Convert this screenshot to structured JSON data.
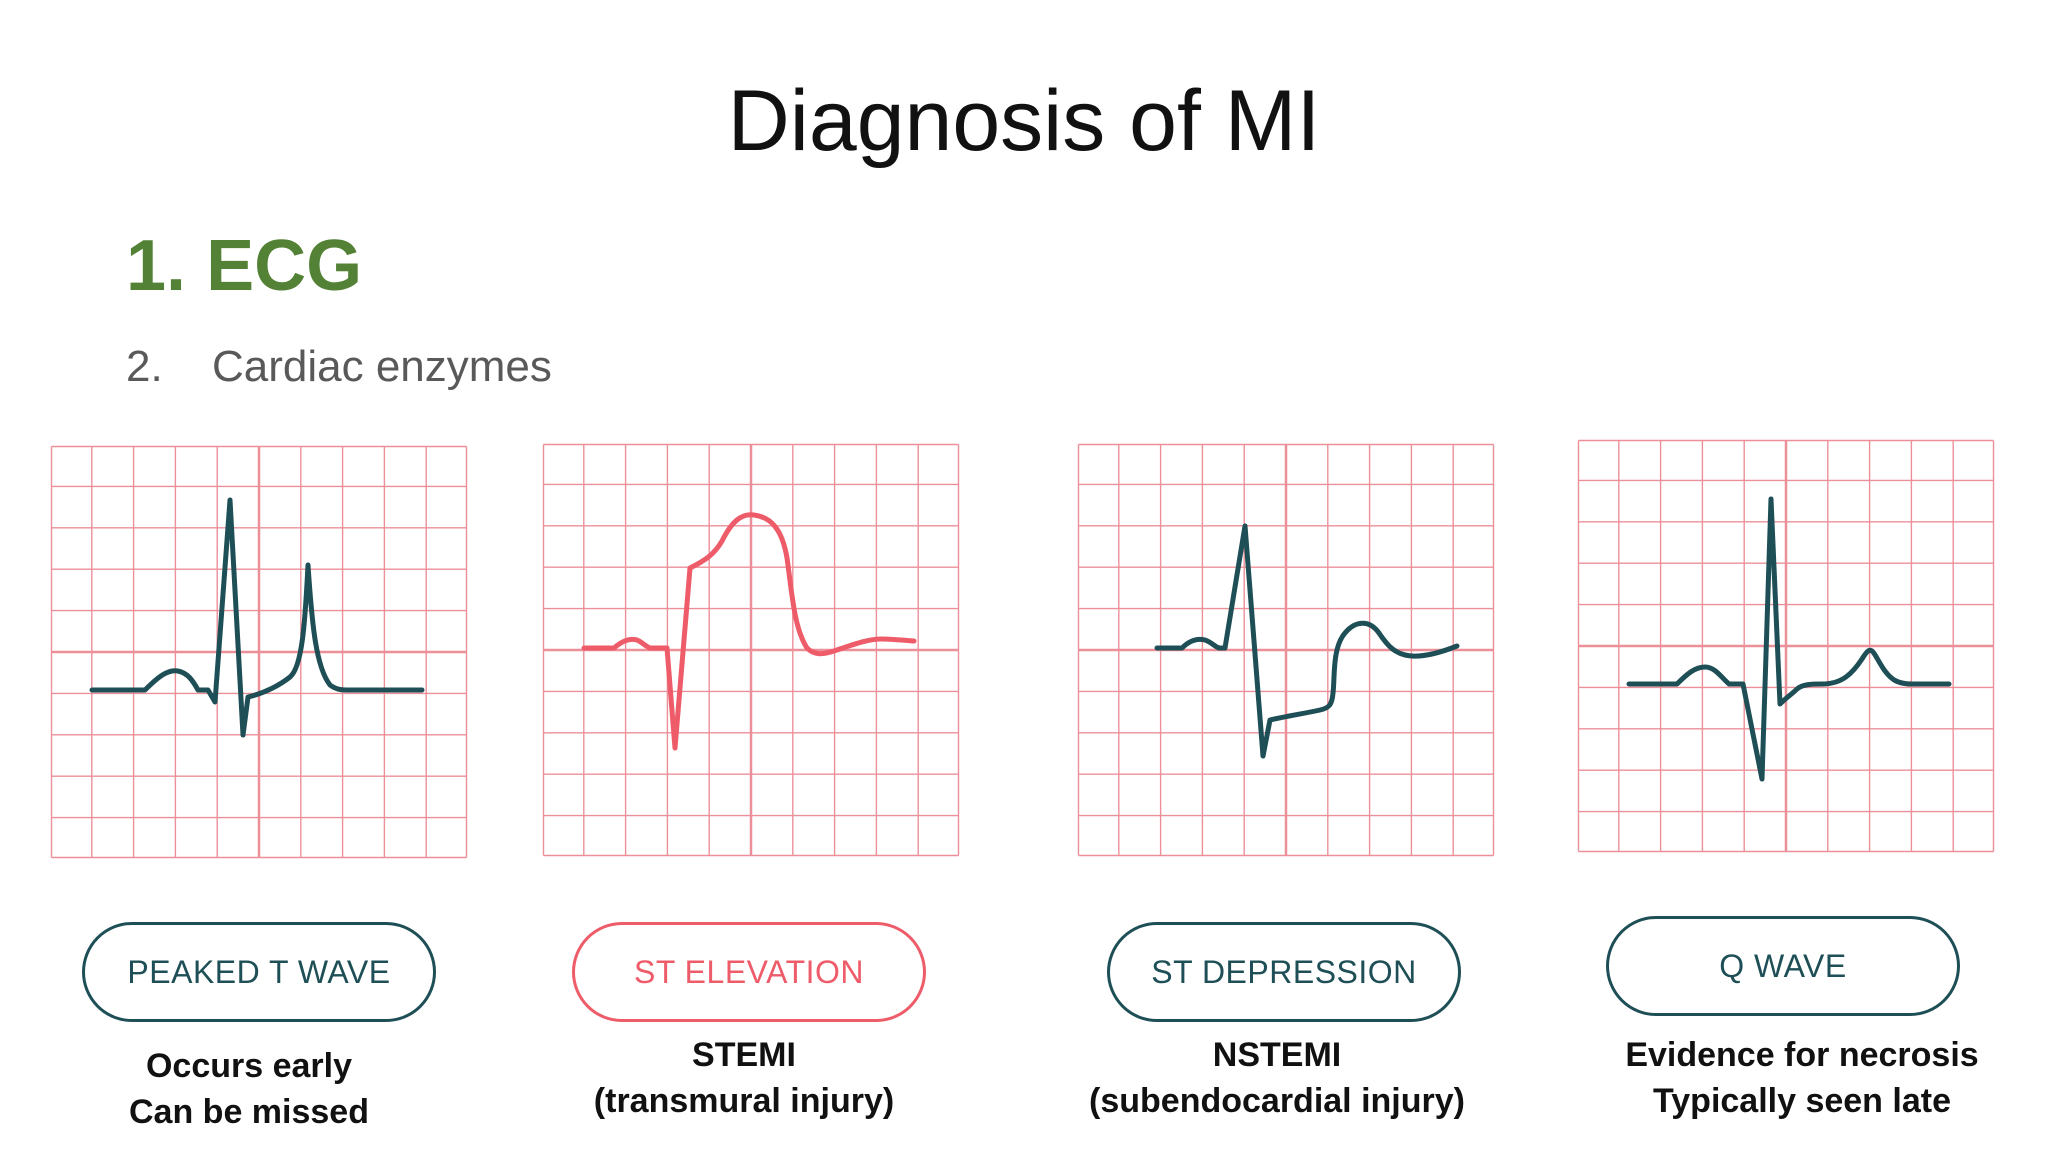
{
  "title": "Diagnosis of MI",
  "list": [
    {
      "number": "1.",
      "text": "ECG",
      "color": "#538135"
    },
    {
      "number": "2.",
      "text": "Cardiac enzymes",
      "color": "#595959"
    }
  ],
  "colors": {
    "grid": "#ec8f98",
    "teal_trace": "#1e4f56",
    "red_trace": "#ee5c6a",
    "teal_pill": "#1e4f56",
    "red_pill": "#ee5c6a"
  },
  "panels": [
    {
      "label": "PEAKED T WAVE",
      "caption": [
        "Occurs early",
        "Can be missed"
      ],
      "trace": "teal",
      "icon": "peaked-t-wave-ecg"
    },
    {
      "label": "ST ELEVATION",
      "caption": [
        "STEMI",
        "(transmural injury)"
      ],
      "trace": "red",
      "icon": "st-elevation-ecg"
    },
    {
      "label": "ST DEPRESSION",
      "caption": [
        "NSTEMI",
        "(subendocardial injury)"
      ],
      "trace": "teal",
      "icon": "st-depression-ecg"
    },
    {
      "label": "Q WAVE",
      "caption": [
        "Evidence for necrosis",
        "Typically seen late"
      ],
      "trace": "teal",
      "icon": "q-wave-ecg"
    }
  ]
}
